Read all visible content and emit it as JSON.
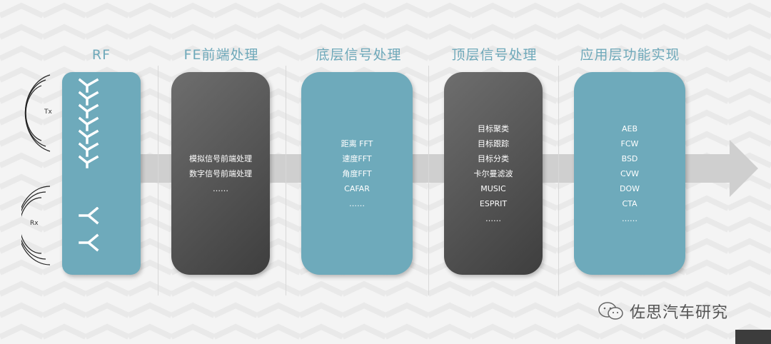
{
  "columns": [
    {
      "title": "RF"
    },
    {
      "title": "FE前端处理",
      "lines": [
        "模拟信号前端处理",
        "数字信号前端处理",
        "……"
      ]
    },
    {
      "title": "底层信号处理",
      "lines": [
        "距离 FFT",
        "速度FFT",
        "角度FFT",
        "CAFAR",
        "……"
      ]
    },
    {
      "title": "顶层信号处理",
      "lines": [
        "目标聚类",
        "目标跟踪",
        "目标分类",
        "卡尔曼滤波",
        "MUSIC",
        "ESPRIT",
        "……"
      ]
    },
    {
      "title": "应用层功能实现",
      "lines": [
        "AEB",
        "FCW",
        "BSD",
        "CVW",
        "DOW",
        "CTA",
        "……"
      ]
    }
  ],
  "rf": {
    "tx_label": "Tx",
    "rx_label": "Rx",
    "tx_antenna_count": 7,
    "rx_antenna_count": 2
  },
  "watermark": {
    "text": "佐思汽车研究",
    "icon": "wechat-icon"
  },
  "colors": {
    "teal_panel": "#6eaabb",
    "dark_panel": "#4a4a4a",
    "title": "#6fa9ba",
    "arrow": "#cfcfcf"
  }
}
